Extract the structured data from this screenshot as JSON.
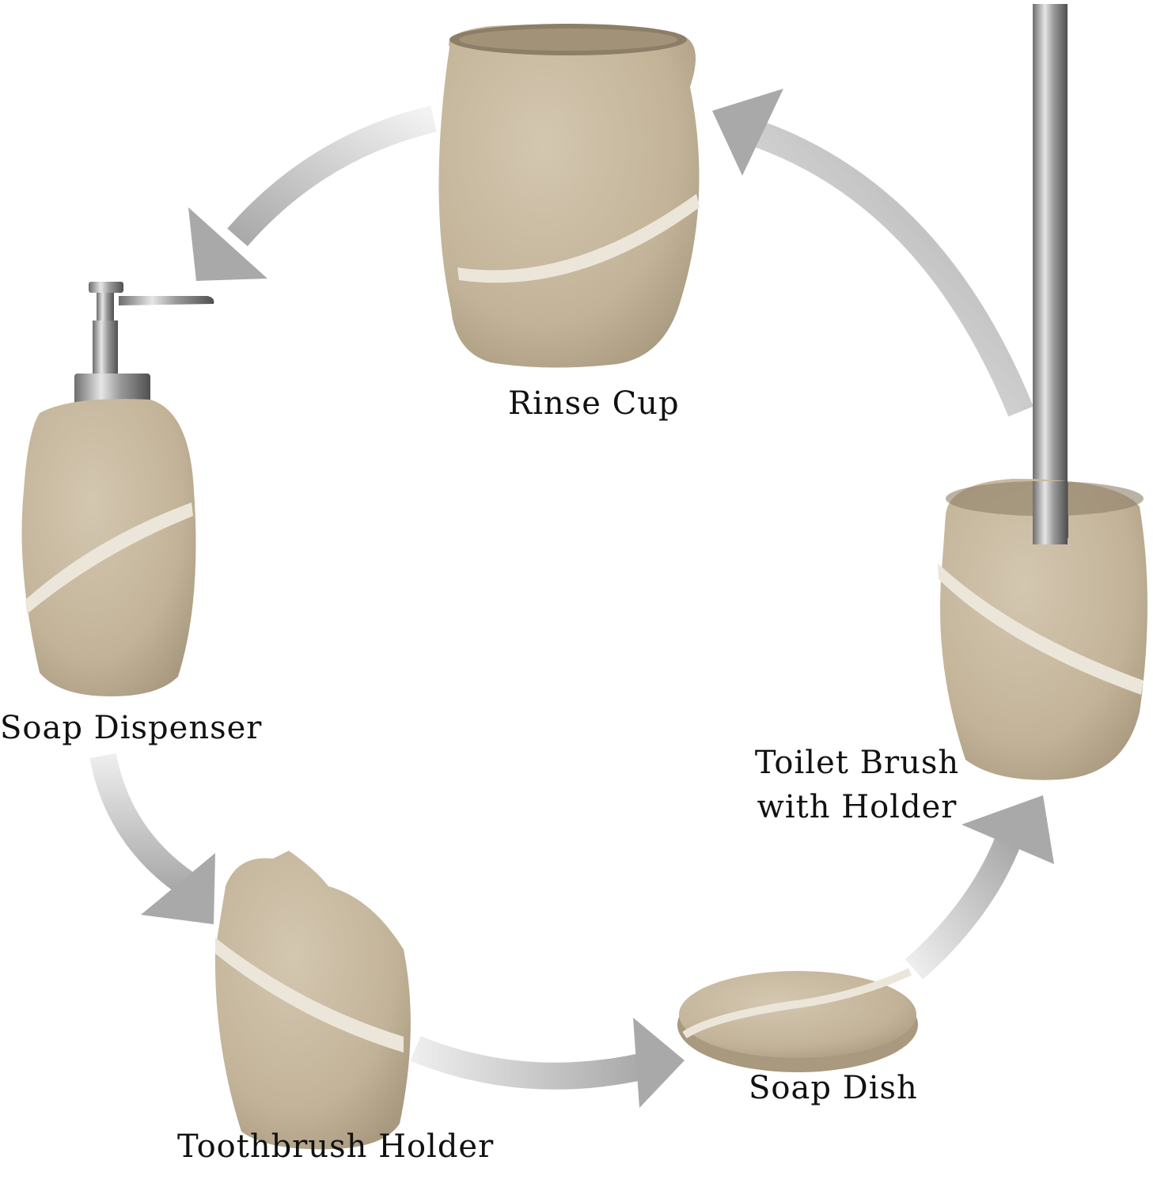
{
  "labels": {
    "rinse_cup": "Rinse Cup",
    "soap_dispenser": "Soap Dispenser",
    "toothbrush_holder": "Toothbrush Holder",
    "soap_dish": "Soap Dish",
    "toilet_brush_line1": "Toilet Brush",
    "toilet_brush_line2": "with Holder"
  },
  "colors": {
    "background": "#ffffff",
    "stone": "#c9bba2",
    "stone_shade": "#a8997f",
    "stripe": "#ece6da",
    "arrow": "#a9a9a9",
    "metal": "#b8b8b8",
    "label_text": "#111111"
  }
}
